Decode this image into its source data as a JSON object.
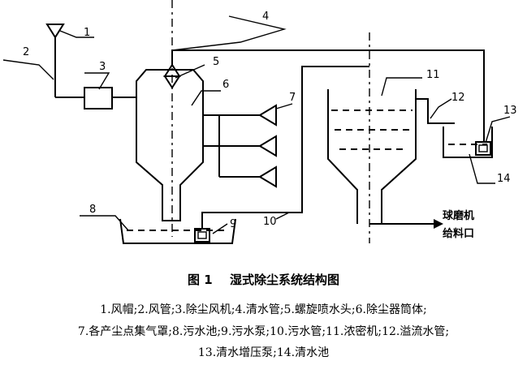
{
  "figure": {
    "number": "图 1",
    "title": "湿式除尘系统结构图"
  },
  "components": [
    {
      "id": "1",
      "name": "风帽"
    },
    {
      "id": "2",
      "name": "风管"
    },
    {
      "id": "3",
      "name": "除尘风机"
    },
    {
      "id": "4",
      "name": "清水管"
    },
    {
      "id": "5",
      "name": "螺旋喷水头"
    },
    {
      "id": "6",
      "name": "除尘器筒体"
    },
    {
      "id": "7",
      "name": "各产尘点集气罩"
    },
    {
      "id": "8",
      "name": "污水池"
    },
    {
      "id": "9",
      "name": "污水泵"
    },
    {
      "id": "10",
      "name": "污水管"
    },
    {
      "id": "11",
      "name": "浓密机"
    },
    {
      "id": "12",
      "name": "溢流水管"
    },
    {
      "id": "13",
      "name": "清水增压泵"
    },
    {
      "id": "14",
      "name": "清水池"
    }
  ],
  "outlet_label": {
    "line1": "球磨机",
    "line2": "给料口"
  },
  "legend_lines": [
    "1.风帽;2.风管;3.除尘风机;4.清水管;5.螺旋喷水头;6.除尘器筒体;",
    "7.各产尘点集气罩;8.污水池;9.污水泵;10.污水管;11.浓密机;12.溢流水管;",
    "13.清水增压泵;14.清水池"
  ]
}
